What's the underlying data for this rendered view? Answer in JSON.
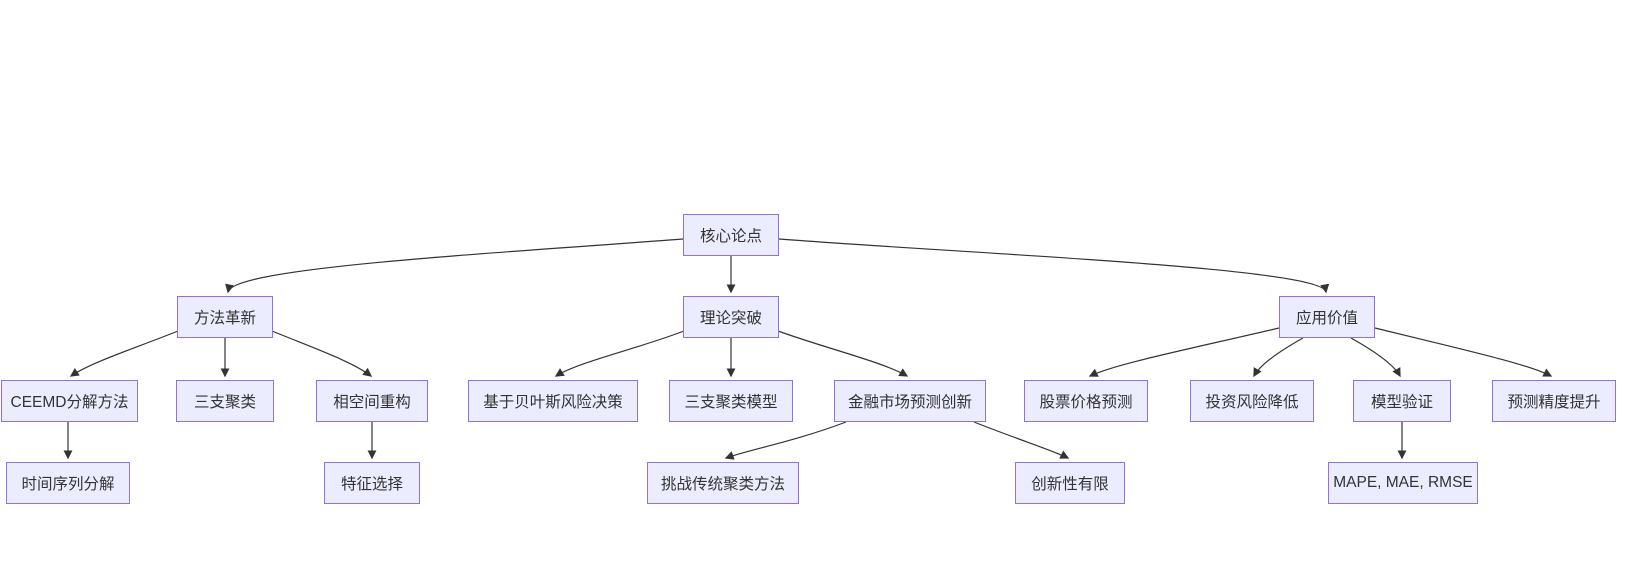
{
  "diagram": {
    "type": "flowchart-mindmap",
    "colors": {
      "background": "#ffffff",
      "node_fill": "#ECECFF",
      "node_border": "#9370DB",
      "edge_color": "#333333",
      "text_color": "#333333"
    },
    "nodes": {
      "core": {
        "label": "核心论点"
      },
      "method": {
        "label": "方法革新"
      },
      "theory": {
        "label": "理论突破"
      },
      "application": {
        "label": "应用价值"
      },
      "ceemd": {
        "label": "CEEMD分解方法"
      },
      "threeway": {
        "label": "三支聚类"
      },
      "phase": {
        "label": "相空间重构"
      },
      "bayes": {
        "label": "基于贝叶斯风险决策"
      },
      "twcmodel": {
        "label": "三支聚类模型"
      },
      "fin": {
        "label": "金融市场预测创新"
      },
      "stock": {
        "label": "股票价格预测"
      },
      "invest": {
        "label": "投资风险降低"
      },
      "modelvalid": {
        "label": "模型验证"
      },
      "precision": {
        "label": "预测精度提升"
      },
      "tsdecomp": {
        "label": "时间序列分解"
      },
      "feature": {
        "label": "特征选择"
      },
      "challenge": {
        "label": "挑战传统聚类方法"
      },
      "limited": {
        "label": "创新性有限"
      },
      "metrics": {
        "label": "MAPE, MAE, RMSE"
      }
    },
    "edges": [
      {
        "from": "core",
        "to": "method"
      },
      {
        "from": "core",
        "to": "theory"
      },
      {
        "from": "core",
        "to": "application"
      },
      {
        "from": "method",
        "to": "ceemd"
      },
      {
        "from": "method",
        "to": "threeway"
      },
      {
        "from": "method",
        "to": "phase"
      },
      {
        "from": "theory",
        "to": "bayes"
      },
      {
        "from": "theory",
        "to": "twcmodel"
      },
      {
        "from": "theory",
        "to": "fin"
      },
      {
        "from": "application",
        "to": "stock"
      },
      {
        "from": "application",
        "to": "invest"
      },
      {
        "from": "application",
        "to": "modelvalid"
      },
      {
        "from": "application",
        "to": "precision"
      },
      {
        "from": "ceemd",
        "to": "tsdecomp"
      },
      {
        "from": "phase",
        "to": "feature"
      },
      {
        "from": "fin",
        "to": "challenge"
      },
      {
        "from": "fin",
        "to": "limited"
      },
      {
        "from": "modelvalid",
        "to": "metrics"
      }
    ]
  }
}
